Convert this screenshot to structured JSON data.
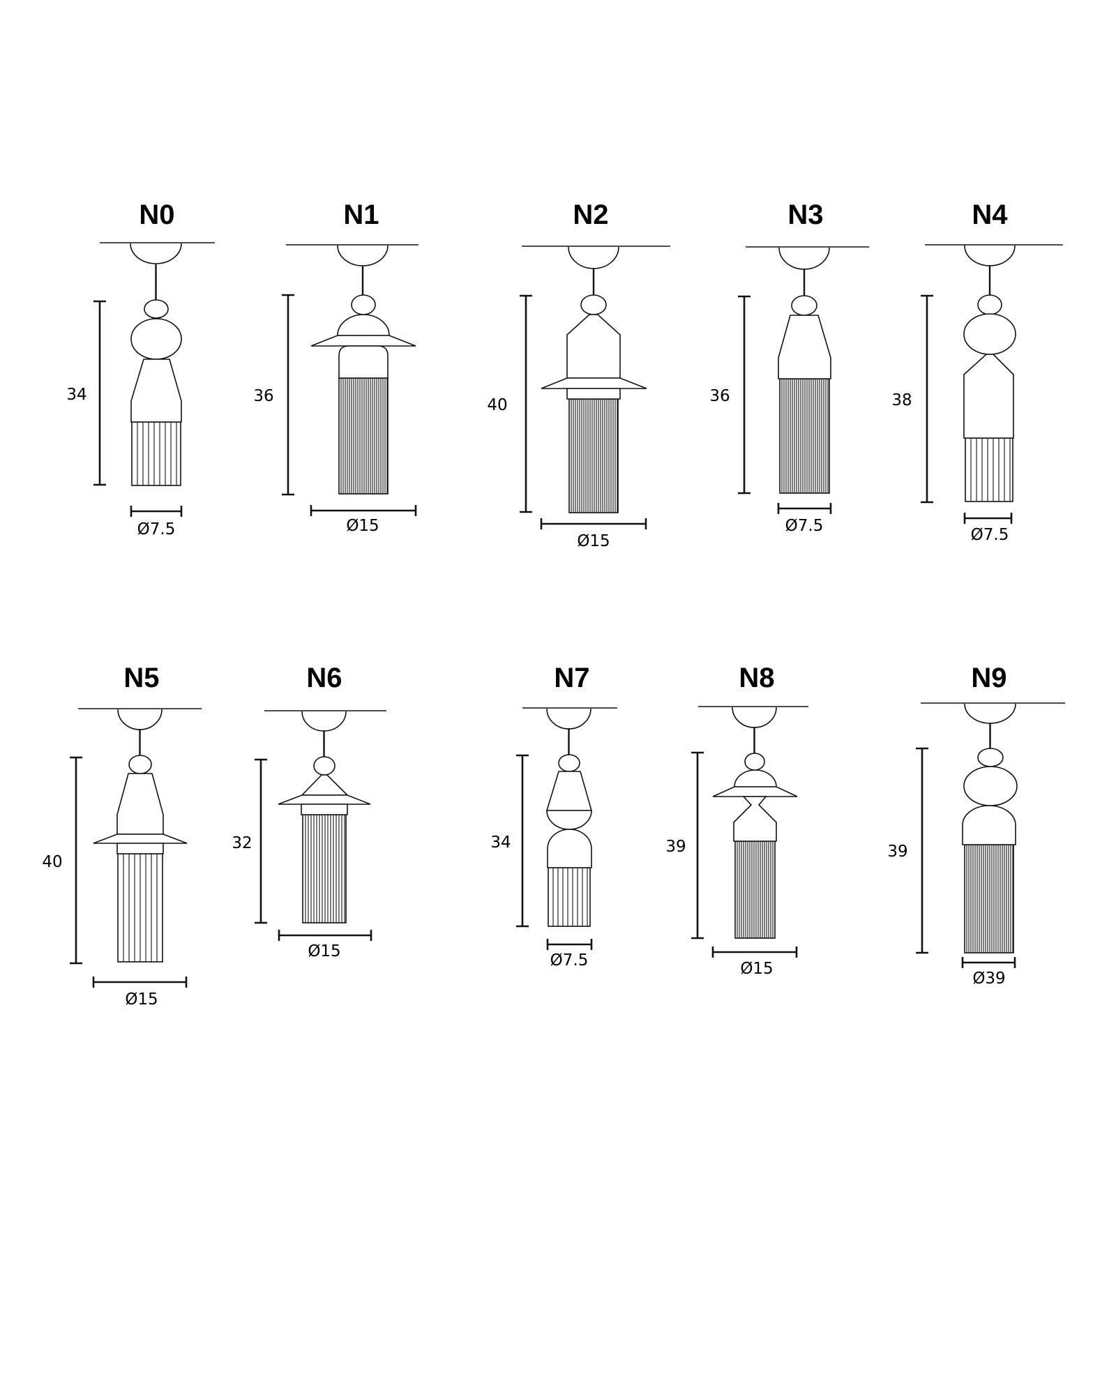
{
  "models": [
    {
      "name": "N0",
      "height": "34",
      "diameter": "Ø7.5"
    },
    {
      "name": "N1",
      "height": "36",
      "diameter": "Ø15"
    },
    {
      "name": "N2",
      "height": "40",
      "diameter": "Ø15"
    },
    {
      "name": "N3",
      "height": "36",
      "diameter": "Ø7.5"
    },
    {
      "name": "N4",
      "height": "38",
      "diameter": "Ø7.5"
    },
    {
      "name": "N5",
      "height": "40",
      "diameter": "Ø15"
    },
    {
      "name": "N6",
      "height": "32",
      "diameter": "Ø15"
    },
    {
      "name": "N7",
      "height": "34",
      "diameter": "Ø7.5"
    },
    {
      "name": "N8",
      "height": "39",
      "diameter": "Ø15"
    },
    {
      "name": "N9",
      "height": "39",
      "diameter": "Ø39"
    }
  ]
}
